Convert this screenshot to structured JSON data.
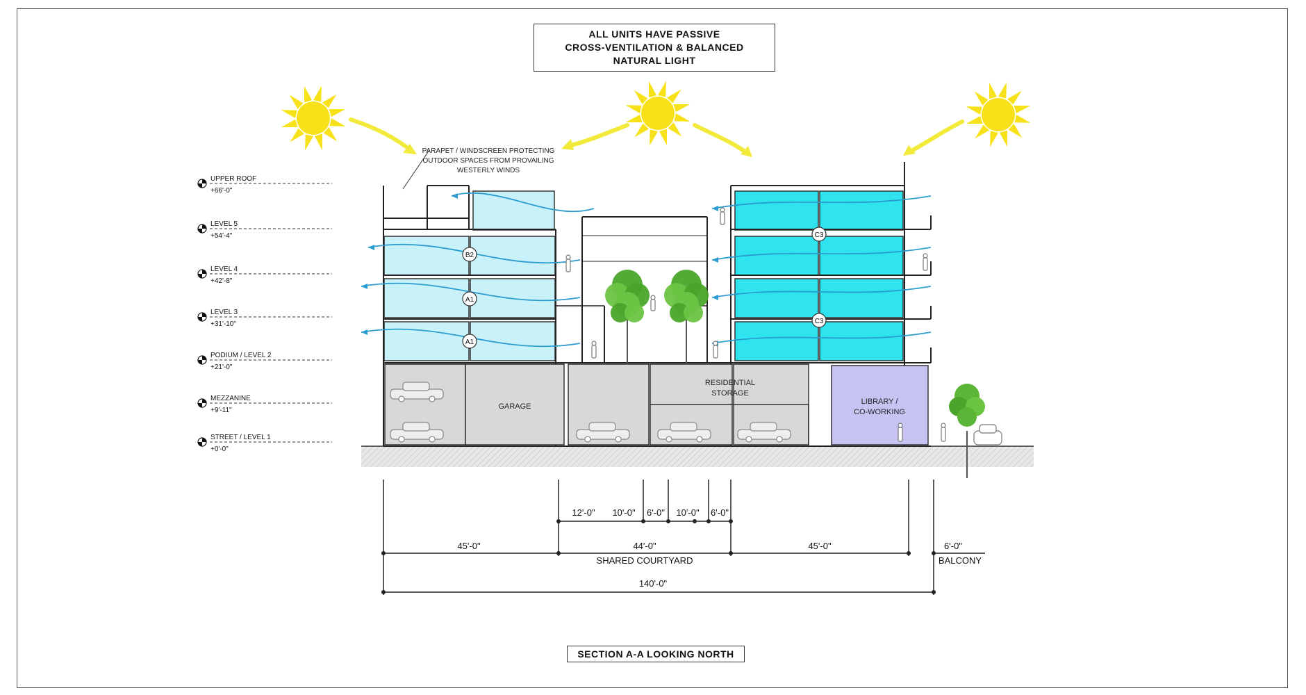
{
  "title": {
    "line1": "ALL UNITS HAVE PASSIVE",
    "line2": "CROSS-VENTILATION & BALANCED",
    "line3": "NATURAL LIGHT"
  },
  "caption": "SECTION A-A LOOKING NORTH",
  "annotation": {
    "line1": "PARAPET / WINDSCREEN PROTECTING",
    "line2": "OUTDOOR SPACES FROM PROVAILING",
    "line3": "WESTERLY WINDS"
  },
  "levels": [
    {
      "name": "UPPER ROOF",
      "elev": "+66'-0\""
    },
    {
      "name": "LEVEL 5",
      "elev": "+54'-4\""
    },
    {
      "name": "LEVEL 4",
      "elev": "+42'-8\""
    },
    {
      "name": "LEVEL 3",
      "elev": "+31'-10\""
    },
    {
      "name": "PODIUM / LEVEL 2",
      "elev": "+21'-0\""
    },
    {
      "name": "MEZZANINE",
      "elev": "+9'-11\""
    },
    {
      "name": "STREET / LEVEL 1",
      "elev": "+0'-0\""
    }
  ],
  "unit_tags": [
    "B2",
    "A1",
    "A1",
    "C3",
    "C3"
  ],
  "spaces": {
    "garage": "GARAGE",
    "storage_line1": "RESIDENTIAL",
    "storage_line2": "STORAGE",
    "library_line1": "LIBRARY /",
    "library_line2": "CO-WORKING"
  },
  "dimensions": {
    "courtyard_parts": [
      "12'-0\"",
      "10'-0\"",
      "6'-0\"",
      "10'-0\"",
      "6'-0\""
    ],
    "west_wing": "45'-0\"",
    "courtyard": "44'-0\"",
    "east_wing": "45'-0\"",
    "balcony": "6'-0\"",
    "total": "140'-0\"",
    "courtyard_label": "SHARED COURTYARD",
    "balcony_label": "BALCONY"
  },
  "colors": {
    "sun": "#f7e21a",
    "arrow": "#f2ea3a",
    "unit_light": "#c8f1fa",
    "unit_bright": "#2fe3ef",
    "wind": "#2a9cd0",
    "garage": "#d8d8d8",
    "library": "#c7c3f3",
    "tree": "#5bb536",
    "ground": "#e6e6e6"
  }
}
